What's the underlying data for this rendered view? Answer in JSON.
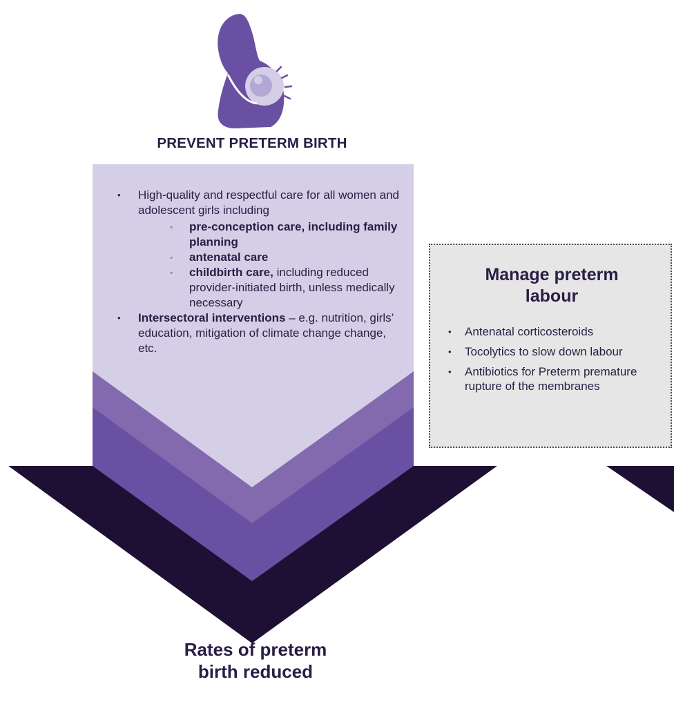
{
  "heading": "PREVENT PRETERM BIRTH",
  "prevent_list": {
    "item1": {
      "text": "High-quality and respectful care for all women and adolescent girls including",
      "sub": [
        {
          "bold": "pre-conception care, including family planning",
          "rest": ""
        },
        {
          "bold": "antenatal care",
          "rest": ""
        },
        {
          "bold": "childbirth care,",
          "rest": " including reduced provider-initiated birth, unless medically necessary"
        }
      ]
    },
    "item2": {
      "bold": "Intersectoral interventions",
      "rest": " – e.g. nutrition, girls’ education, mitigation of climate change change, etc."
    }
  },
  "manage": {
    "title_line1": "Manage preterm",
    "title_line2": "labour",
    "items": [
      "Antenatal corticosteroids",
      "Tocolytics to slow down labour",
      "Antibiotics for Preterm premature rupture of the membranes"
    ]
  },
  "result": {
    "line1": "Rates of preterm",
    "line2": "birth reduced"
  },
  "colors": {
    "dark": "#1e0f35",
    "purple_dark": "#6a50a3",
    "purple_mid": "#836aae",
    "purple_light": "#d4cfe6",
    "icon_purple": "#6a50a3",
    "manage_bg": "#e6e6e6"
  },
  "icon": "pregnant-woman-icon"
}
